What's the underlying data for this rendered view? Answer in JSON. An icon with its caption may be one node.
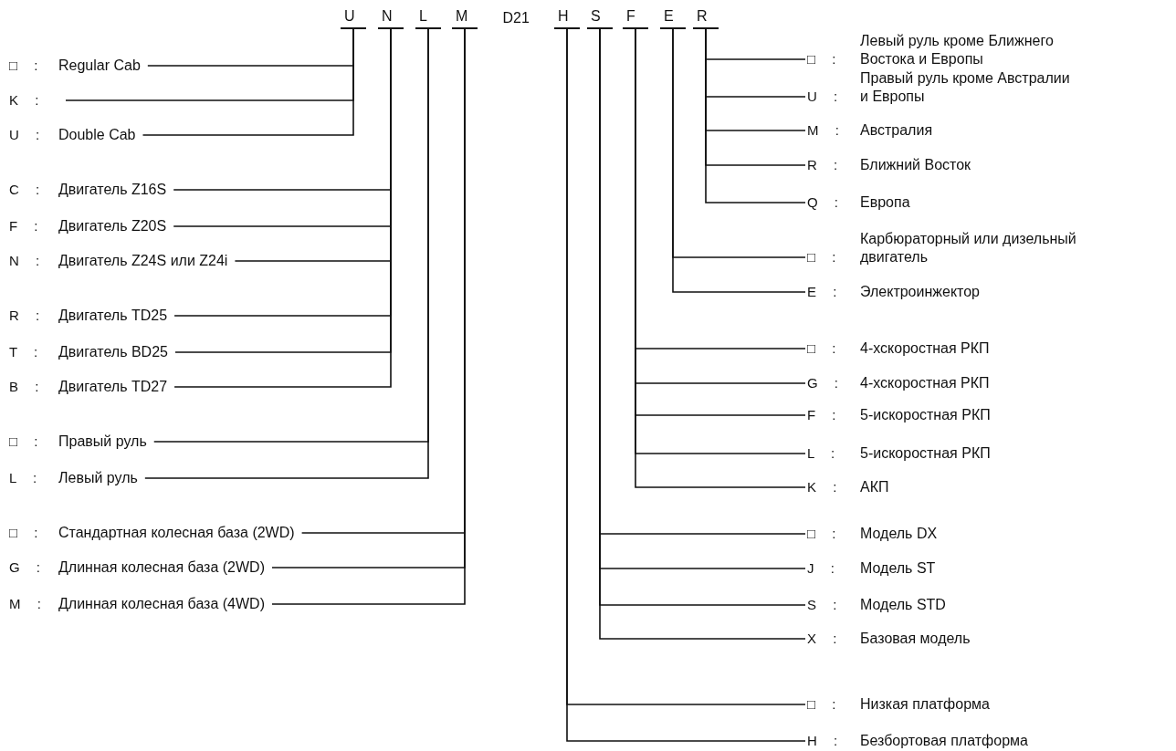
{
  "diagram": {
    "nodes": [
      {
        "text": [
          "U"
        ]
      },
      {
        "text": [
          "N"
        ]
      },
      {
        "text": [
          "L"
        ]
      },
      {
        "text": [
          "M"
        ]
      },
      {
        "text": [
          "D21"
        ]
      },
      {
        "text": [
          "H"
        ]
      },
      {
        "text": [
          "S"
        ]
      },
      {
        "text": [
          "F"
        ]
      },
      {
        "text": [
          "E"
        ]
      },
      {
        "text": [
          "R"
        ]
      },
      {
        "text": [
          "□ :",
          "Regular Cab"
        ]
      },
      {
        "text": [
          "K :"
        ]
      },
      {
        "text": [
          "U :",
          "Double Cab"
        ]
      },
      {
        "text": [
          "C :",
          "Двигатель Z16S"
        ]
      },
      {
        "text": [
          "F :",
          "Двигатель Z20S"
        ]
      },
      {
        "text": [
          "N :",
          "Двигатель Z24S или Z24i"
        ]
      },
      {
        "text": [
          "R :",
          "Двигатель TD25"
        ]
      },
      {
        "text": [
          "T :",
          "Двигатель BD25"
        ]
      },
      {
        "text": [
          "B :",
          "Двигатель TD27"
        ]
      },
      {
        "text": [
          "□ :",
          "Правый руль"
        ]
      },
      {
        "text": [
          "L :",
          "Левый руль"
        ]
      },
      {
        "text": [
          "□ :",
          "Стандартная колесная база (2WD)"
        ]
      },
      {
        "text": [
          "G :",
          "Длинная колесная база (2WD)"
        ]
      },
      {
        "text": [
          "M :",
          "Длинная колесная база (4WD)"
        ]
      },
      {
        "text": [
          "□ :",
          "Левый руль кроме Ближнего Востока и Европы"
        ]
      },
      {
        "text": [
          "U :",
          "Правый руль кроме Австралии и Европы"
        ]
      },
      {
        "text": [
          "M :",
          "Австралия"
        ]
      },
      {
        "text": [
          "R :",
          "Ближний Восток"
        ]
      },
      {
        "text": [
          "Q :",
          "Европа"
        ]
      },
      {
        "text": [
          "□ :",
          "Карбюраторный или дизельный двигатель"
        ]
      },
      {
        "text": [
          "E :",
          "Электроинжектор"
        ]
      },
      {
        "text": [
          "□ :",
          "4-хскоростная РКП"
        ]
      },
      {
        "text": [
          "G :",
          "4-хскоростная РКП"
        ]
      },
      {
        "text": [
          "F :",
          "5-искоростная РКП"
        ]
      },
      {
        "text": [
          "L :",
          "5-искоростная РКП"
        ]
      },
      {
        "text": [
          "K :",
          "АКП"
        ]
      },
      {
        "text": [
          "□ :",
          "Модель DX"
        ]
      },
      {
        "text": [
          "J :",
          "Модель ST"
        ]
      },
      {
        "text": [
          "S :",
          "Модель STD"
        ]
      },
      {
        "text": [
          "X :",
          "Базовая модель"
        ]
      },
      {
        "text": [
          "□ :",
          "Низкая платформа"
        ]
      },
      {
        "text": [
          "H :",
          "Безбортовая платформа"
        ]
      }
    ],
    "edges": [
      {
        "from": 10,
        "to": 0,
        "arrow": "none"
      },
      {
        "from": 11,
        "to": 0,
        "arrow": "none"
      },
      {
        "from": 12,
        "to": 0,
        "arrow": "none"
      },
      {
        "from": 13,
        "to": 1,
        "arrow": "none"
      },
      {
        "from": 14,
        "to": 1,
        "arrow": "none"
      },
      {
        "from": 15,
        "to": 1,
        "arrow": "none"
      },
      {
        "from": 16,
        "to": 1,
        "arrow": "none"
      },
      {
        "from": 17,
        "to": 1,
        "arrow": "none"
      },
      {
        "from": 18,
        "to": 1,
        "arrow": "none"
      },
      {
        "from": 19,
        "to": 2,
        "arrow": "none"
      },
      {
        "from": 20,
        "to": 2,
        "arrow": "none"
      },
      {
        "from": 21,
        "to": 3,
        "arrow": "none"
      },
      {
        "from": 22,
        "to": 3,
        "arrow": "none"
      },
      {
        "from": 23,
        "to": 3,
        "arrow": "none"
      },
      {
        "from": 24,
        "to": 9,
        "arrow": "none"
      },
      {
        "from": 25,
        "to": 9,
        "arrow": "none"
      },
      {
        "from": 26,
        "to": 9,
        "arrow": "none"
      },
      {
        "from": 27,
        "to": 9,
        "arrow": "none"
      },
      {
        "from": 28,
        "to": 9,
        "arrow": "none"
      },
      {
        "from": 29,
        "to": 8,
        "arrow": "none"
      },
      {
        "from": 30,
        "to": 8,
        "arrow": "none"
      },
      {
        "from": 31,
        "to": 7,
        "arrow": "none"
      },
      {
        "from": 32,
        "to": 7,
        "arrow": "none"
      },
      {
        "from": 33,
        "to": 7,
        "arrow": "none"
      },
      {
        "from": 34,
        "to": 7,
        "arrow": "none"
      },
      {
        "from": 35,
        "to": 7,
        "arrow": "none"
      },
      {
        "from": 36,
        "to": 6,
        "arrow": "none"
      },
      {
        "from": 37,
        "to": 6,
        "arrow": "none"
      },
      {
        "from": 38,
        "to": 6,
        "arrow": "none"
      },
      {
        "from": 39,
        "to": 6,
        "arrow": "none"
      },
      {
        "from": 40,
        "to": 5,
        "arrow": "none"
      },
      {
        "from": 41,
        "to": 5,
        "arrow": "none"
      }
    ]
  }
}
